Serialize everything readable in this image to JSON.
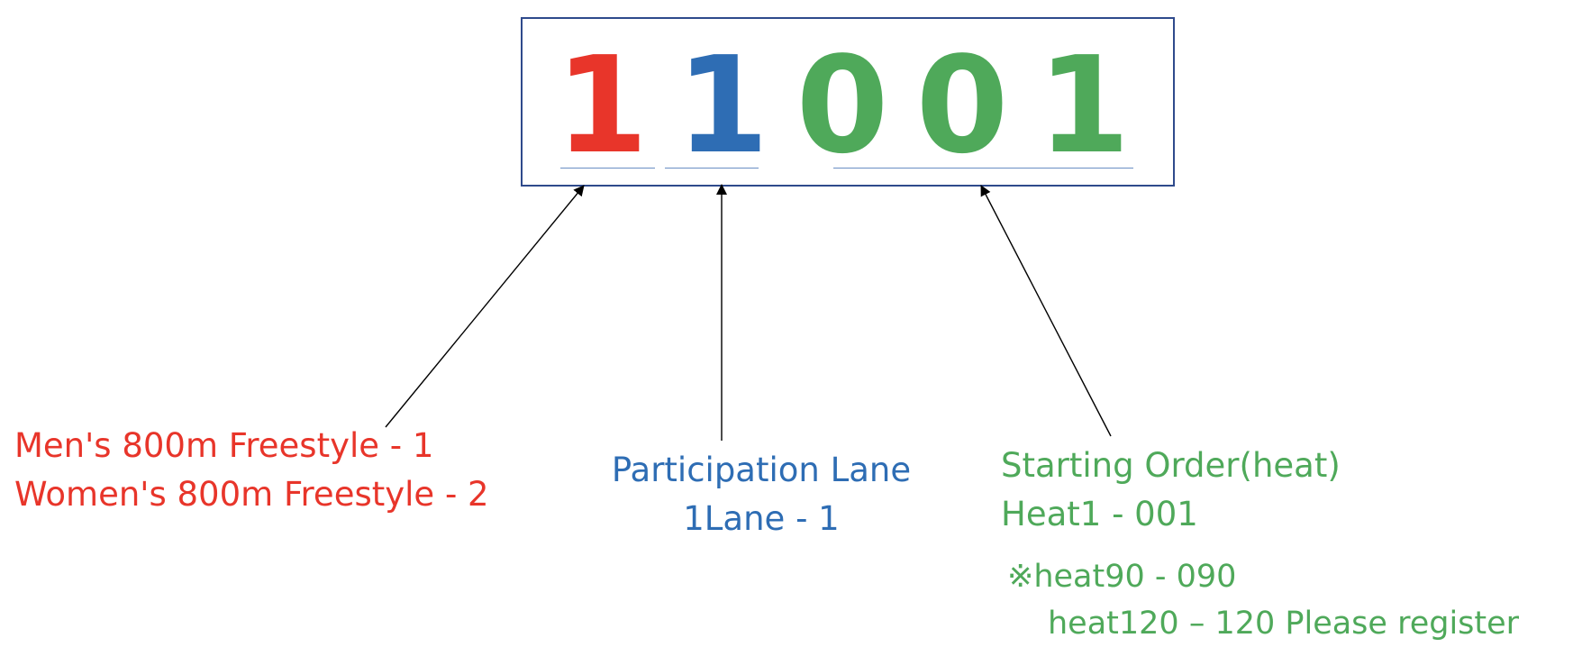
{
  "code": {
    "digits": [
      "1",
      "1",
      "0",
      "0",
      "1"
    ],
    "colors": {
      "event": "#e8352a",
      "lane": "#2e6db4",
      "heat": "#4fa95a"
    }
  },
  "event_label": {
    "line1": "Men's 800m Freestyle - 1",
    "line2": "Women's 800m Freestyle - 2"
  },
  "lane_label": {
    "line1": "Participation Lane",
    "line2": "1Lane - 1"
  },
  "heat_label": {
    "line1": "Starting Order(heat)",
    "line2": "Heat1 - 001",
    "note1": "※heat90 - 090",
    "note2": "heat120 – 120 Please register"
  }
}
